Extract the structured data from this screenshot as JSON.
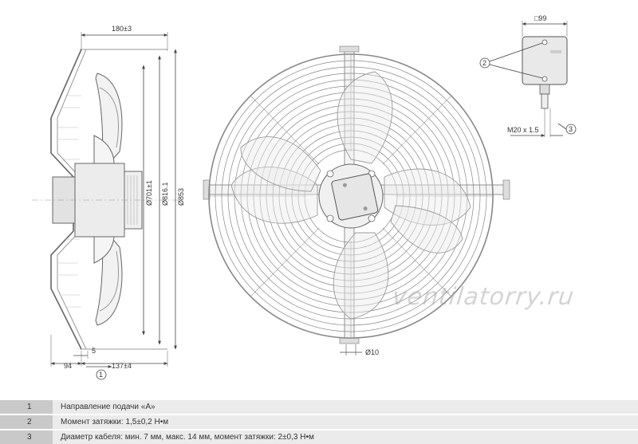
{
  "dimensions": {
    "top_width": "180±3",
    "dia_701": "Ø701±1",
    "dia_816": "Ø816.1",
    "dia_853": "Ø853",
    "five": "5",
    "ninety_four": "94",
    "depth_137": "137±4",
    "flow_marker": "1",
    "hole_dia": "Ø10",
    "box_size": "□99",
    "thread": "M20 x 1.5",
    "callout_2": "2",
    "callout_3": "3"
  },
  "watermark": "ventilatorry.ru",
  "legend": [
    {
      "num": "1",
      "text": "Направление подачи «A»"
    },
    {
      "num": "2",
      "text": "Момент затяжки: 1,5±0,2 Н•м"
    },
    {
      "num": "3",
      "text": "Диаметр кабеля: мин. 7 мм, макс. 14 мм, момент затяжки: 2±0,3 Н•м"
    }
  ]
}
